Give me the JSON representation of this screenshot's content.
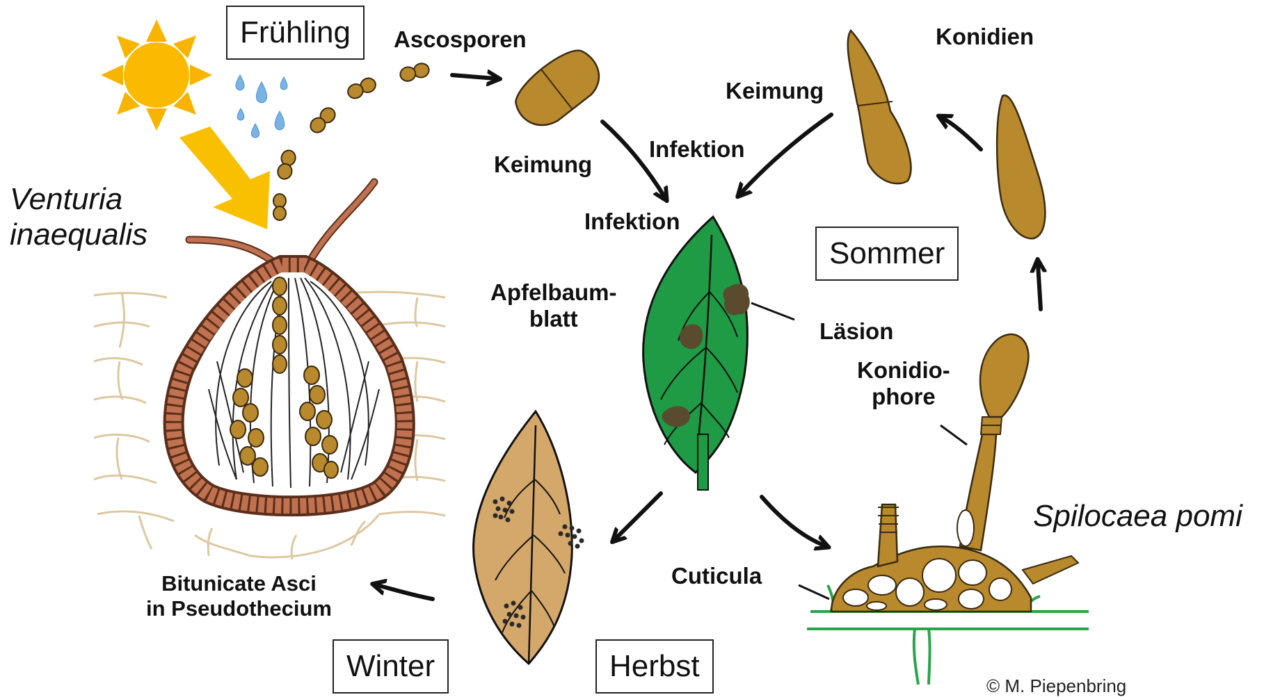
{
  "seasons": {
    "spring": "Frühling",
    "summer": "Sommer",
    "autumn": "Herbst",
    "winter": "Winter"
  },
  "species": {
    "teleomorph_line1": "Venturia",
    "teleomorph_line2": "inaequalis",
    "anamorph": "Spilocaea pomi"
  },
  "labels": {
    "ascospores": "Ascosporen",
    "conidia": "Konidien",
    "germination_left": "Keimung",
    "germination_right": "Keimung",
    "infection_top": "Infektion",
    "infection_bottom": "Infektion",
    "leaf_line1": "Apfelbaum-",
    "leaf_line2": "blatt",
    "lesion": "Läsion",
    "conidiophore_line1": "Konidio-",
    "conidiophore_line2": "phore",
    "cuticle": "Cuticula",
    "asci_line1": "Bitunicate Asci",
    "asci_line2": "in Pseudothecium"
  },
  "copyright": "© M. Piepenbring",
  "colors": {
    "spore_brown": "#b8892d",
    "spore_outline": "#3a2a10",
    "leaf_green": "#1f9a45",
    "lesion": "#5a4a2e",
    "dead_leaf": "#d4a86a",
    "wall_brown": "#c0714f",
    "sun": "#f8b400",
    "raindrop": "#6aa9de",
    "host_cells": "#dcc8a0",
    "cuticle_green": "#2aa34a"
  },
  "icons": [
    "sun-icon",
    "raindrop-icon",
    "arrow-icon"
  ]
}
